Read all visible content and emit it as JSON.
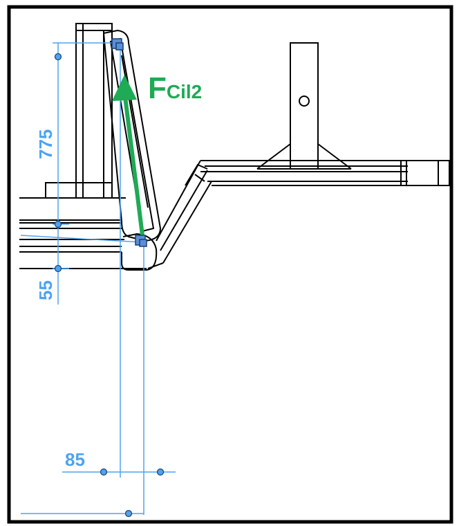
{
  "diagram": {
    "force_label_main": "F",
    "force_label_sub": "Cil2",
    "dim_vertical_upper": "775",
    "dim_vertical_lower": "55",
    "dim_horizontal": "85",
    "colors": {
      "dimension": "#4da3f2",
      "force": "#1faa55",
      "joint": "#5b8fd8",
      "line": "#000000",
      "frame": "#000000"
    }
  }
}
